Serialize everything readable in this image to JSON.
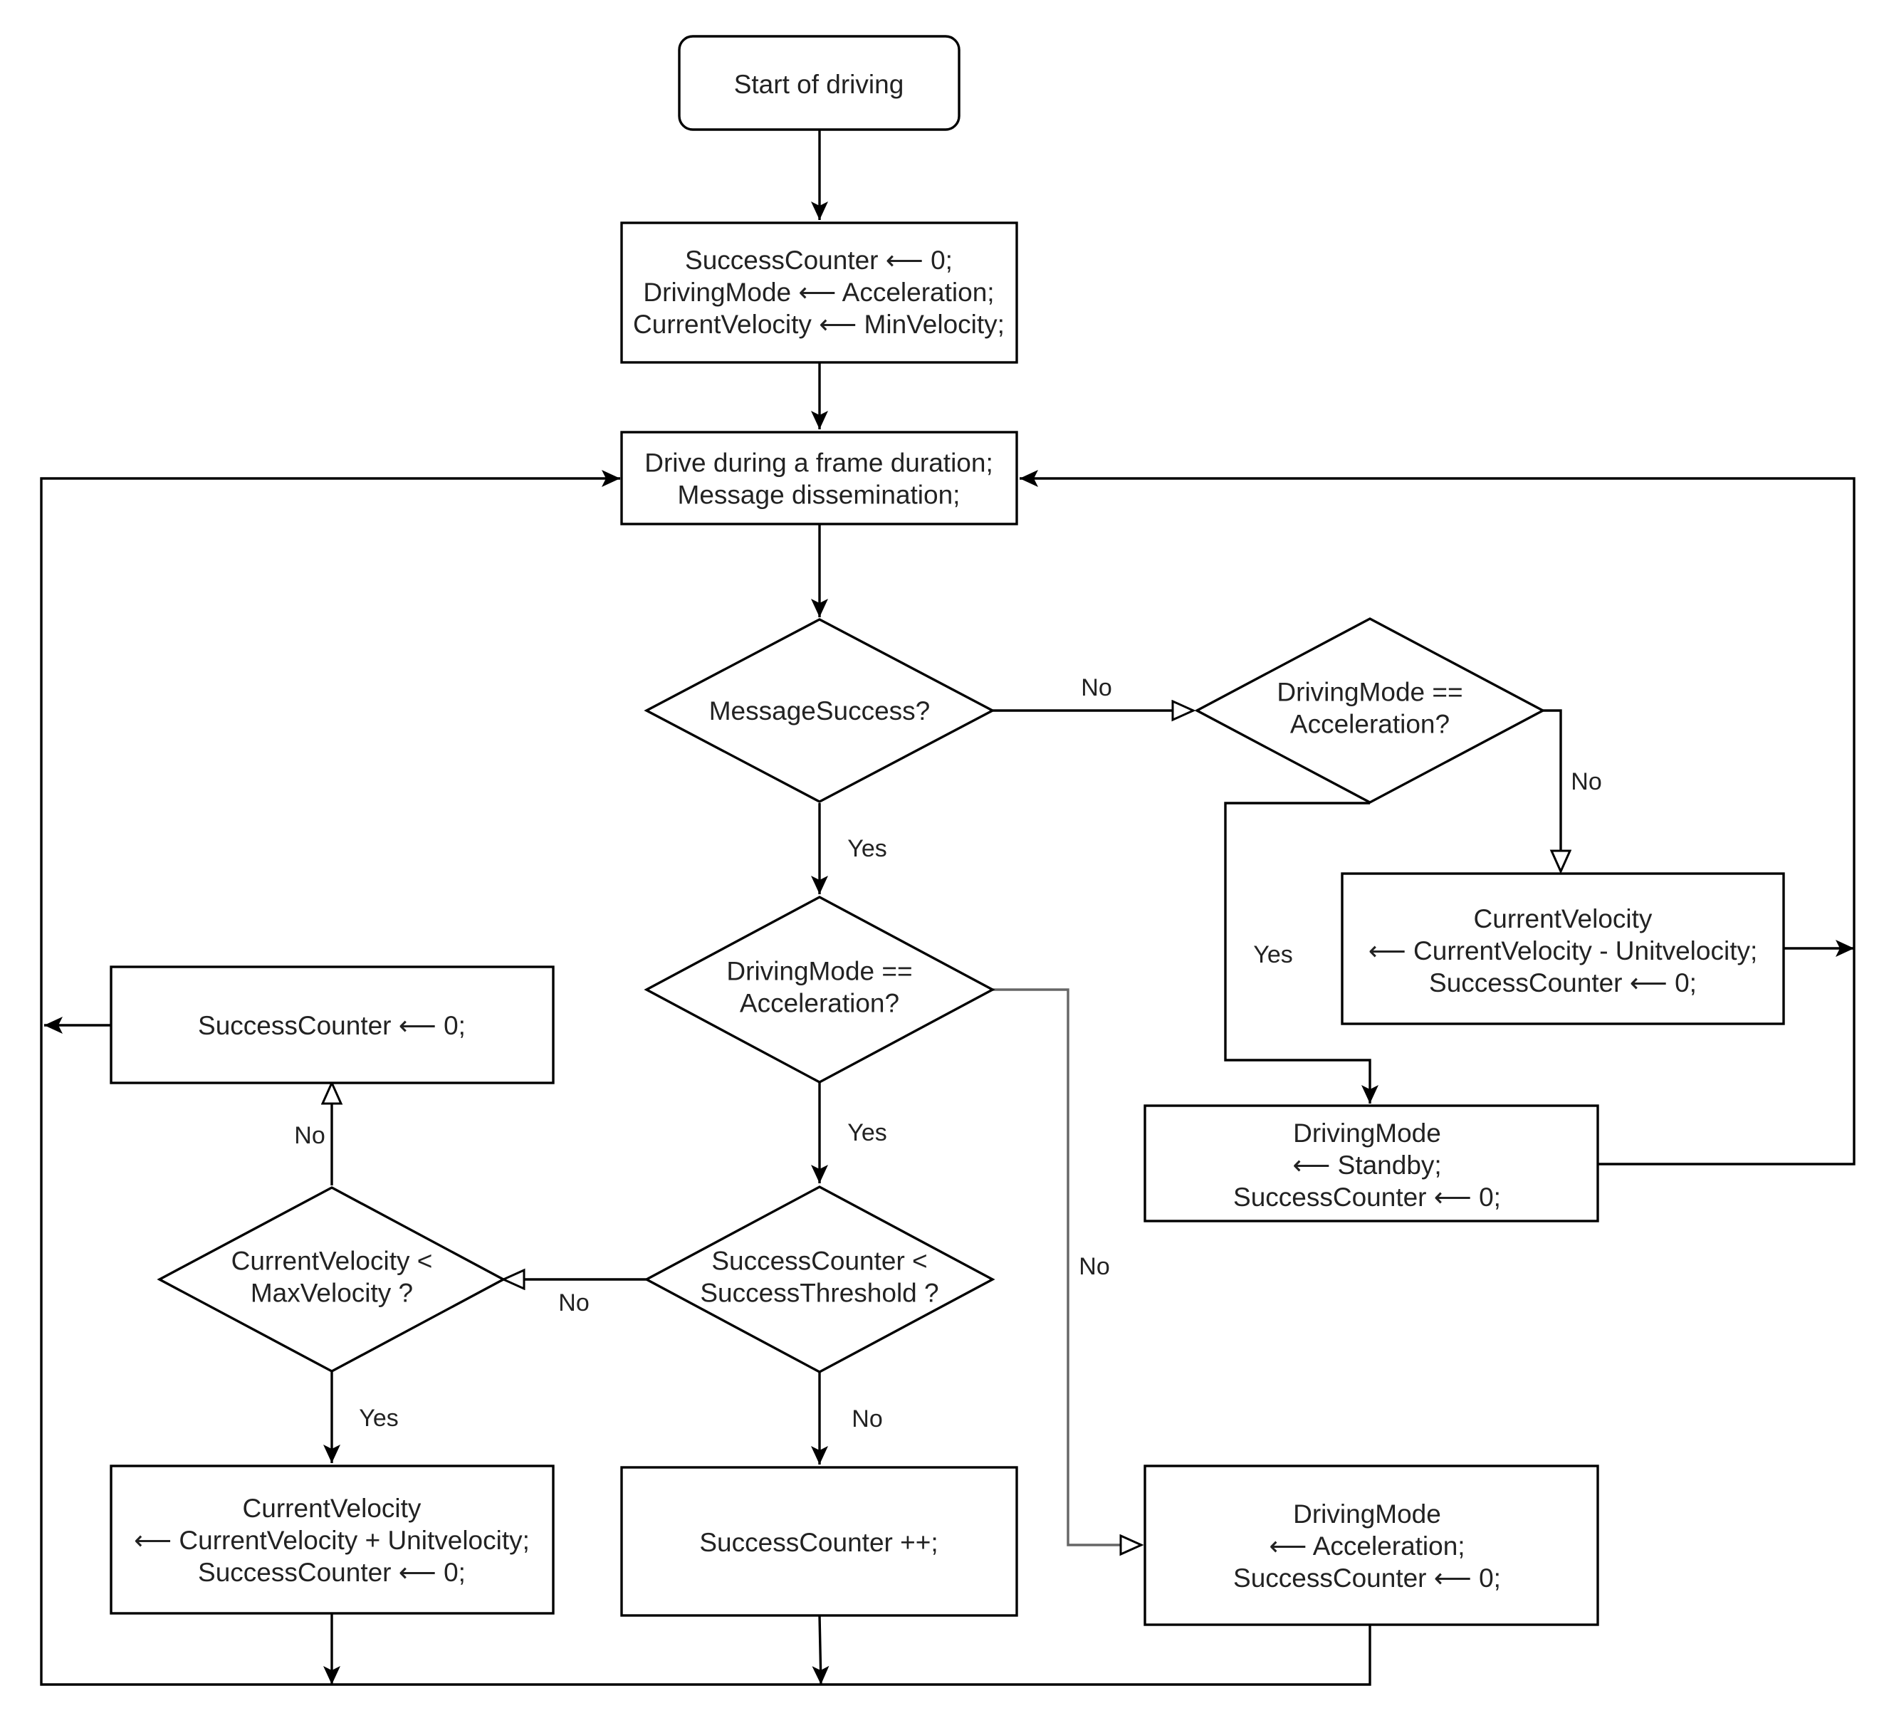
{
  "nodes": {
    "start": {
      "lines": [
        "Start of driving"
      ]
    },
    "init": {
      "lines": [
        "SuccessCounter ⟵ 0;",
        "DrivingMode ⟵ Acceleration;",
        "CurrentVelocity ⟵ MinVelocity;"
      ]
    },
    "drive": {
      "lines": [
        "Drive during a frame duration;",
        "Message dissemination;"
      ]
    },
    "message_success": {
      "lines": [
        "MessageSuccess?"
      ]
    },
    "mode_check_top": {
      "lines": [
        "DrivingMode ==",
        "Acceleration?"
      ]
    },
    "mode_check_mid": {
      "lines": [
        "DrivingMode ==",
        "Acceleration?"
      ]
    },
    "decrease_velocity": {
      "lines": [
        "CurrentVelocity",
        "⟵ CurrentVelocity - Unitvelocity;",
        "SuccessCounter ⟵ 0;"
      ]
    },
    "set_standby": {
      "lines": [
        "DrivingMode",
        "⟵ Standby;",
        "SuccessCounter ⟵ 0;"
      ]
    },
    "reset_counter": {
      "lines": [
        "SuccessCounter ⟵ 0;"
      ]
    },
    "velocity_check": {
      "lines": [
        "CurrentVelocity <",
        "MaxVelocity ?"
      ]
    },
    "threshold_check": {
      "lines": [
        "SuccessCounter <",
        "SuccessThreshold ?"
      ]
    },
    "increase_velocity": {
      "lines": [
        "CurrentVelocity",
        "⟵ CurrentVelocity + Unitvelocity;",
        "SuccessCounter ⟵ 0;"
      ]
    },
    "increment_counter": {
      "lines": [
        "SuccessCounter ++;"
      ]
    },
    "set_acceleration": {
      "lines": [
        "DrivingMode",
        "⟵ Acceleration;",
        "SuccessCounter ⟵ 0;"
      ]
    }
  },
  "edge_labels": {
    "msg_no": "No",
    "msg_yes": "Yes",
    "top_no": "No",
    "top_yes": "Yes",
    "mid_yes": "Yes",
    "mid_no": "No",
    "thr_no_left": "No",
    "thr_no_down": "No",
    "vel_no": "No",
    "vel_yes": "Yes"
  }
}
